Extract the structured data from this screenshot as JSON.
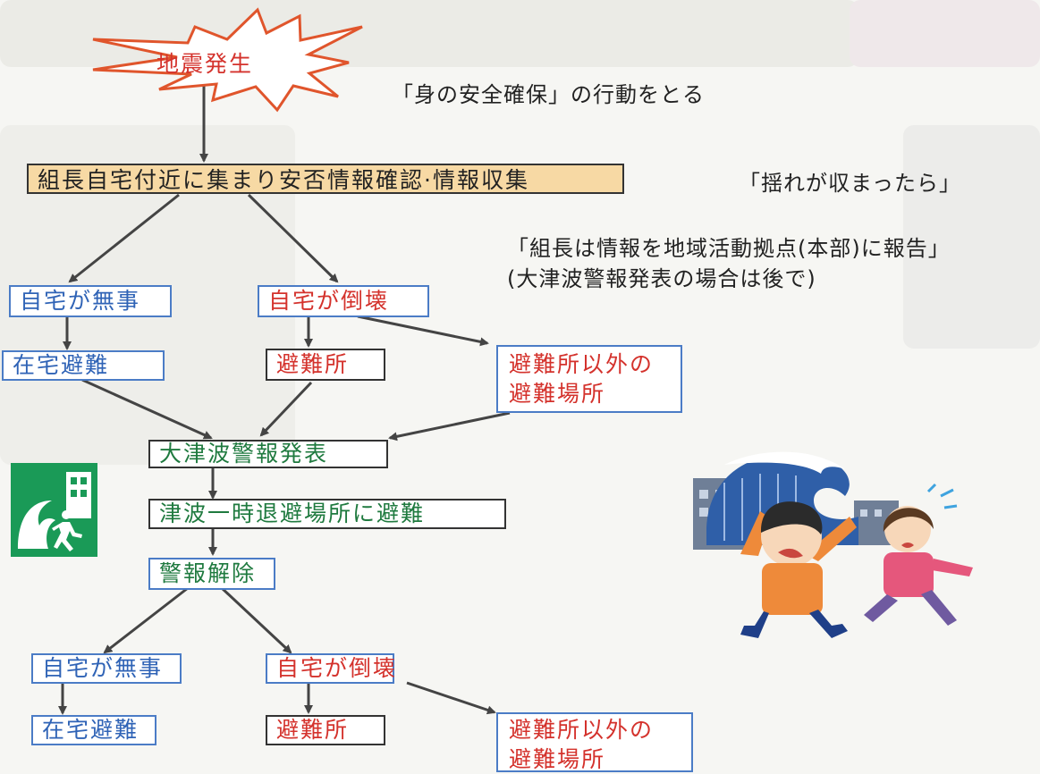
{
  "trigger": "地震発生",
  "notes": {
    "safety": "「身の安全確保」の行動をとる",
    "after_shaking": "「揺れが収まったら」",
    "report": "「組長は情報を地域活動拠点(本部)に報告」",
    "report_sub": "(大津波警報発表の場合は後で)"
  },
  "gather": "組長自宅付近に集まり安否情報確認·情報収集",
  "phase1": {
    "safe": "自宅が無事",
    "collapsed": "自宅が倒壊",
    "stay_home": "在宅避難",
    "shelter": "避難所",
    "other_line1": "避難所以外の",
    "other_line2": "避難場所"
  },
  "tsunami_warning": "大津波警報発表",
  "evacuate": "津波一時退避場所に避難",
  "warning_lifted": "警報解除",
  "phase2": {
    "safe": "自宅が無事",
    "collapsed": "自宅が倒壊",
    "stay_home": "在宅避難",
    "shelter": "避難所",
    "other_line1": "避難所以外の",
    "other_line2": "避難場所"
  },
  "colors": {
    "box_border_blue": "#4b7cc6",
    "text_blue": "#2f63b6",
    "text_red": "#d4322c",
    "text_green": "#1f7a3f",
    "headline_fill": "#f7d9a4",
    "arrow": "#444444",
    "icon_green": "#1a9a57"
  },
  "icons": [
    "tsunami-evacuation-icon",
    "tsunami-escape-illustration"
  ]
}
